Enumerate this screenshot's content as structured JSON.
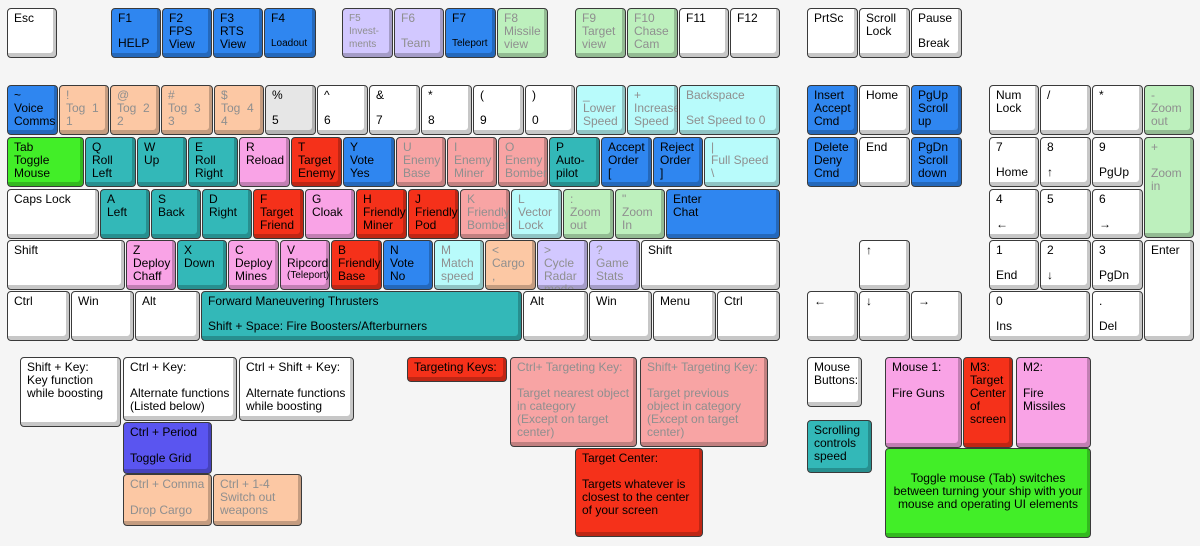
{
  "colors": {
    "gray": "#e6e6e6",
    "white": "#ffffff",
    "blue": "#2f86f0",
    "peach": "#fcc8a4",
    "lavender": "#d2c8ff",
    "light_green": "#bdf0bd",
    "light_cyan": "#b8fbfb",
    "green": "#42ee28",
    "teal": "#33b8b8",
    "pink": "#f9a3e6",
    "red": "#f5311a",
    "salmon": "#f8a4a4",
    "purple": "#5a55f0"
  },
  "keys": {
    "esc": [
      "Esc"
    ],
    "f1": [
      "F1",
      "HELP"
    ],
    "f2": [
      "F2\nFPS\nView"
    ],
    "f3": [
      "F3\nRTS\nView"
    ],
    "f4": [
      "F4",
      "Loadout"
    ],
    "f5": [
      "F5\nInvest-\nments"
    ],
    "f6": [
      "F6",
      "Team"
    ],
    "f7": [
      "F7",
      "Teleport"
    ],
    "f8": [
      "F8\nMissile\nview"
    ],
    "f9": [
      "F9\nTarget\nview"
    ],
    "f10": [
      "F10\nChase\nCam"
    ],
    "f11": [
      "F11"
    ],
    "f12": [
      "F12"
    ],
    "prtsc": [
      "PrtSc"
    ],
    "scrolllock": [
      "Scroll\nLock"
    ],
    "pause": [
      "Pause",
      "Break"
    ],
    "tilde": [
      "~\nVoice\nComms"
    ],
    "k1": [
      "!\nTog  1\n1"
    ],
    "k2": [
      "@\nTog  2\n2"
    ],
    "k3": [
      "#\nTog  3\n3"
    ],
    "k4": [
      "$\nTog  4\n4"
    ],
    "k5": [
      "%",
      "5"
    ],
    "k6": [
      "^",
      "6"
    ],
    "k7": [
      "&",
      "7"
    ],
    "k8": [
      "*",
      "8"
    ],
    "k9": [
      "(",
      "9"
    ],
    "k0": [
      ")",
      "0"
    ],
    "minus": [
      "_\nLower\nSpeed"
    ],
    "plus": [
      "+\nIncrease\nSpeed"
    ],
    "backspace": [
      "Backspace",
      "Set Speed to 0"
    ],
    "insert": [
      "Insert\nAccept\nCmd"
    ],
    "home": [
      "Home"
    ],
    "pgup": [
      "PgUp\nScroll\nup"
    ],
    "numlock": [
      "Num\nLock"
    ],
    "np_div": [
      "/"
    ],
    "np_mul": [
      "*"
    ],
    "np_minus": [
      "-\nZoom\nout"
    ],
    "tab": [
      "Tab\nToggle\nMouse"
    ],
    "q": [
      "Q\nRoll\nLeft"
    ],
    "w": [
      "W\nUp"
    ],
    "e": [
      "E\nRoll\nRight"
    ],
    "r": [
      "R\nReload"
    ],
    "t": [
      "T\nTarget\nEnemy"
    ],
    "y": [
      "Y\nVote\nYes"
    ],
    "u": [
      "U\nEnemy\nBase"
    ],
    "i": [
      "I\nEnemy\nMiner"
    ],
    "o": [
      "O\nEnemy\nBomber"
    ],
    "p": [
      "P\nAuto-\npilot"
    ],
    "lbracket": [
      "Accept\nOrder\n["
    ],
    "rbracket": [
      "Reject\nOrder\n]"
    ],
    "backslash": [
      "|\nFull Speed\n\\"
    ],
    "delete": [
      "Delete\nDeny\nCmd"
    ],
    "end": [
      "End"
    ],
    "pgdn": [
      "PgDn\nScroll\ndown"
    ],
    "np7": [
      "7",
      "Home"
    ],
    "np8": [
      "8",
      "↑"
    ],
    "np9": [
      "9",
      "PgUp"
    ],
    "np_plus": [
      "+\n\nZoom\nin"
    ],
    "caps": [
      "Caps Lock"
    ],
    "a": [
      "A\nLeft"
    ],
    "s": [
      "S\nBack"
    ],
    "d": [
      "D\nRight"
    ],
    "f": [
      "F\nTarget\nFriend"
    ],
    "g": [
      "G\nCloak"
    ],
    "h": [
      "H\nFriendly\nMiner"
    ],
    "j": [
      "J\nFriendly\nPod"
    ],
    "k": [
      "K\nFriendly\nBomber"
    ],
    "l": [
      "L\nVector\nLock"
    ],
    "semicolon": [
      ":\nZoom\nout"
    ],
    "quote": [
      "\"\nZoom\nIn"
    ],
    "enter": [
      "Enter\nChat"
    ],
    "np4": [
      "4",
      "←"
    ],
    "np5": [
      "5"
    ],
    "np6": [
      "6",
      "→"
    ],
    "lshift": [
      "Shift"
    ],
    "z": [
      "Z\nDeploy\nChaff"
    ],
    "x": [
      "X\nDown"
    ],
    "c": [
      "C\nDeploy\nMines"
    ],
    "v": [
      "V\nRipcord",
      "(Teleport)"
    ],
    "b": [
      "B\nFriendly\nBase"
    ],
    "n": [
      "N\nVote\nNo"
    ],
    "m": [
      "M\nMatch\nspeed"
    ],
    "comma": [
      "<\nCargo\n,"
    ],
    "period": [
      ">\nCycle\nRadar\nmode"
    ],
    "slash": [
      "?\nGame\nStats"
    ],
    "rshift": [
      "Shift"
    ],
    "up": [
      "↑"
    ],
    "np1": [
      "1",
      "End"
    ],
    "np2": [
      "2",
      "↓"
    ],
    "np3": [
      "3",
      "PgDn"
    ],
    "np_enter": [
      "Enter"
    ],
    "lctrl": [
      "Ctrl"
    ],
    "lwin": [
      "Win"
    ],
    "lalt": [
      "Alt"
    ],
    "space": [
      "Forward Maneuvering Thrusters",
      "Shift + Space: Fire Boosters/Afterburners"
    ],
    "ralt": [
      "Alt"
    ],
    "rwin": [
      "Win"
    ],
    "menu": [
      "Menu"
    ],
    "rctrl": [
      "Ctrl"
    ],
    "left": [
      "←"
    ],
    "down": [
      "↓"
    ],
    "right": [
      "→"
    ],
    "np0": [
      "0",
      "Ins"
    ],
    "np_dot": [
      ".",
      "Del"
    ]
  },
  "legend": {
    "shift_key": "Shift + Key:\nKey function\nwhile boosting",
    "ctrl_key": "Ctrl + Key:\n\nAlternate functions\n(Listed below)",
    "ctrl_shift_key": "Ctrl + Shift + Key:\n\nAlternate functions\nwhile boosting",
    "ctrl_period": "Ctrl + Period\n\nToggle Grid",
    "ctrl_comma": "Ctrl + Comma\n\nDrop Cargo",
    "ctrl_1_4": "Ctrl + 1-4\nSwitch out\nweapons",
    "targeting_keys": "Targeting Keys:",
    "ctrl_targeting": "Ctrl+ Targeting Key:\n\nTarget nearest object\nin category\n(Except on target\ncenter)",
    "shift_targeting": "Shift+ Targeting Key:\n\nTarget previous\nobject in category\n(Except on target\ncenter)",
    "target_center": "Target Center:\n\nTargets whatever is\nclosest to the center\nof your screen",
    "mouse_buttons": "Mouse\nButtons:",
    "scrolling": "Scrolling\ncontrols\nspeed",
    "mouse1": "Mouse 1:\n\nFire Guns",
    "m3": "M3:\nTarget\nCenter\nof\nscreen",
    "m2": "M2:\n\nFire\nMissiles",
    "toggle_mouse": "Toggle mouse (Tab) switches\nbetween turning your ship with your\nmouse and operating UI elements"
  }
}
